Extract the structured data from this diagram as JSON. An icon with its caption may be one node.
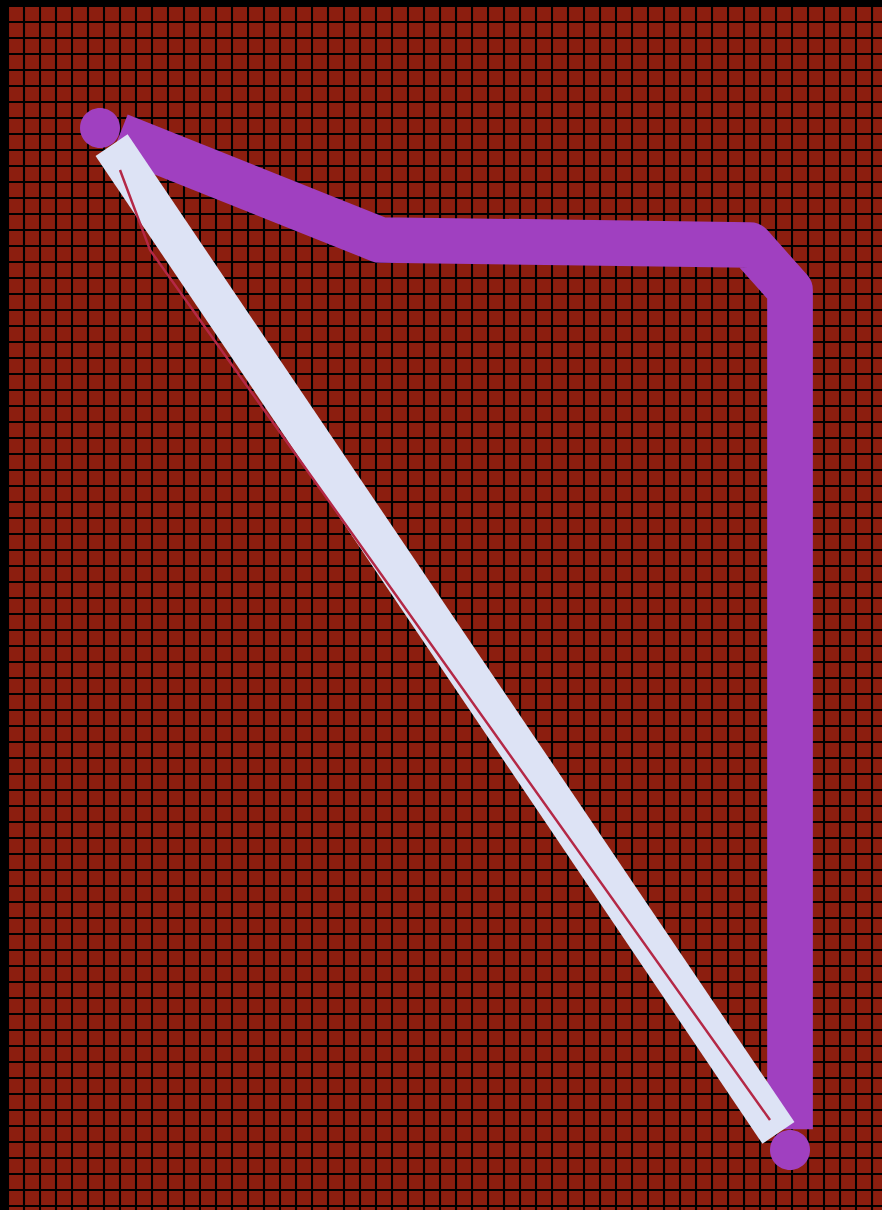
{
  "diagram": {
    "nodes": [
      {
        "text": [],
        "shape": "circle"
      },
      {
        "text": [],
        "shape": "circle"
      }
    ],
    "edges": [
      {
        "from": 0,
        "to": 1,
        "arrow": "none",
        "color": "#a040c0"
      },
      {
        "from": 0,
        "to": 1,
        "arrow": "none",
        "color": "#dde3f5"
      }
    ]
  }
}
